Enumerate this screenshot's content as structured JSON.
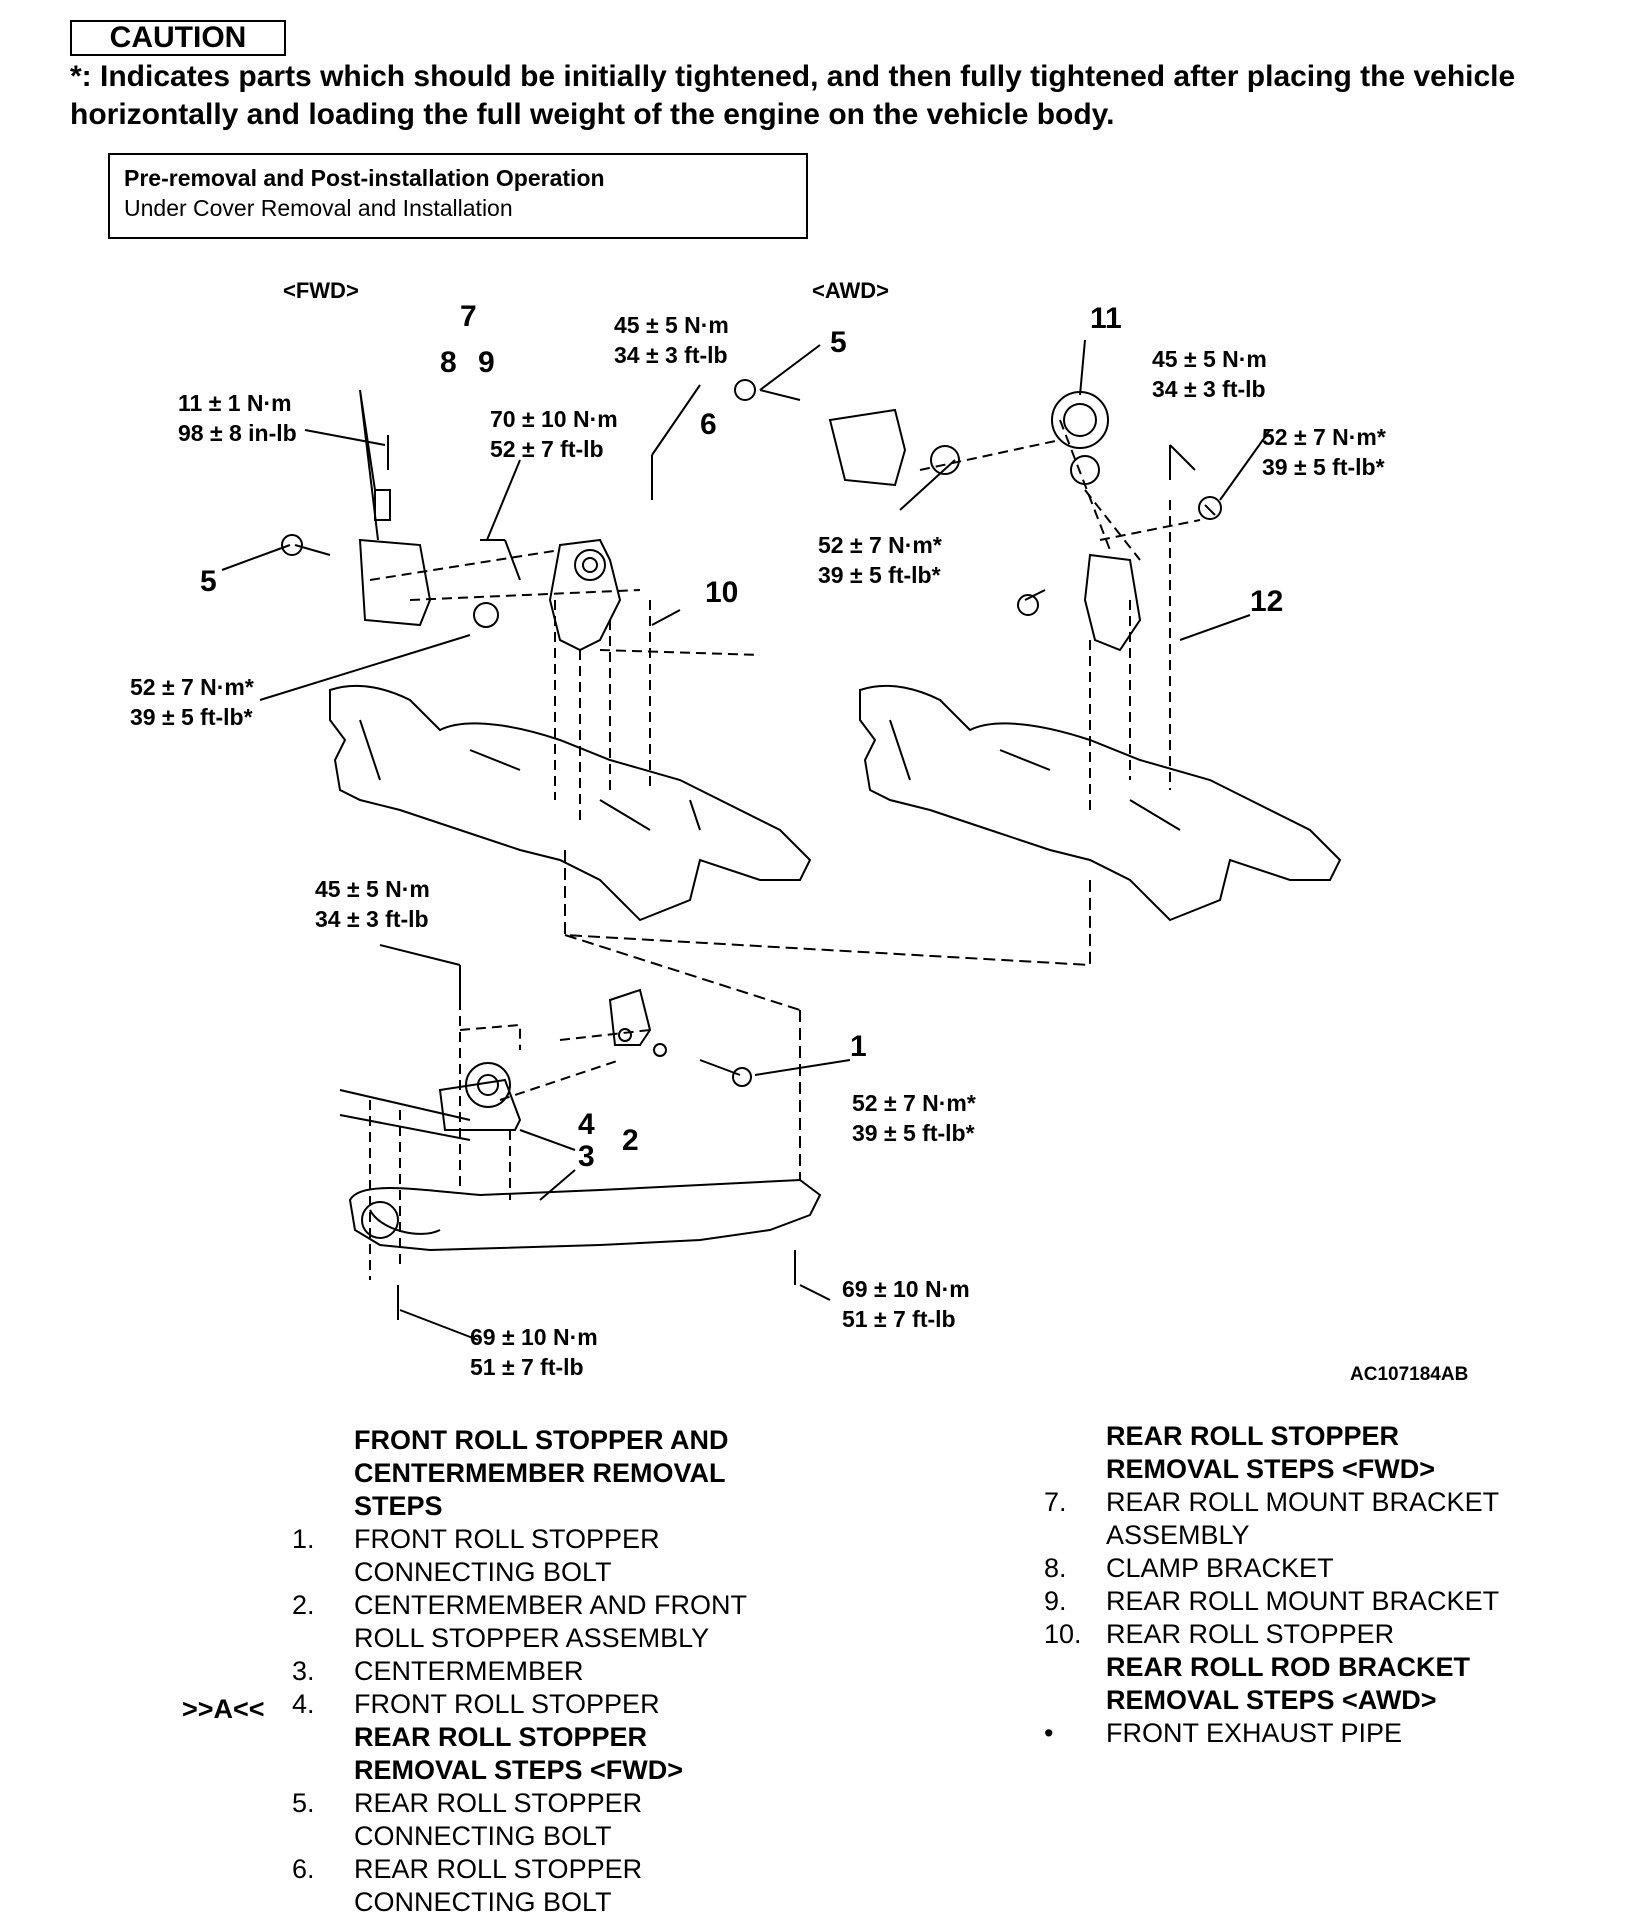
{
  "caution": {
    "label": "CAUTION",
    "text": "*: Indicates parts which should be initially tightened, and then fully tightened after placing the vehicle horizontally and loading the full weight of the engine on the vehicle body."
  },
  "operation_box": {
    "title": "Pre-removal and Post-installation Operation",
    "item": "Under Cover Removal and Installation"
  },
  "diagram": {
    "fwd_label": "<FWD>",
    "awd_label": "<AWD>",
    "figure_id": "AC107184AB",
    "callouts": {
      "n1": "1",
      "n2": "2",
      "n3": "3",
      "n4": "4",
      "n5a": "5",
      "n5b": "5",
      "n6": "6",
      "n7": "7",
      "n8": "8",
      "n9": "9",
      "n10": "10",
      "n11": "11",
      "n12": "12"
    },
    "torques": {
      "t_11": "11 ± 1 N·m\n98 ± 8 in-lb",
      "t_45a": "45 ± 5 N·m\n34 ± 3 ft-lb",
      "t_70": "70 ± 10 N·m\n52 ± 7 ft-lb",
      "t_52a": "52 ± 7 N·m*\n39 ± 5 ft-lb*",
      "t_52b": "52 ± 7 N·m*\n39 ± 5 ft-lb*",
      "t_45b": "45 ± 5 N·m\n34 ± 3 ft-lb",
      "t_52c": "52 ± 7 N·m*\n39 ± 5 ft-lb*",
      "t_45c": "45 ± 5 N·m\n34 ± 3 ft-lb",
      "t_52d": "52 ± 7 N·m*\n39 ± 5 ft-lb*",
      "t_69a": "69 ± 10 N·m\n51 ± 7 ft-lb",
      "t_69b": "69 ± 10 N·m\n51 ± 7 ft-lb"
    }
  },
  "left_list": {
    "heading1": "FRONT ROLL STOPPER AND CENTERMEMBER REMOVAL STEPS",
    "items1": [
      {
        "num": "1.",
        "text": "FRONT ROLL STOPPER CONNECTING BOLT"
      },
      {
        "num": "2.",
        "text": "CENTERMEMBER AND FRONT ROLL STOPPER ASSEMBLY"
      },
      {
        "num": "3.",
        "text": "CENTERMEMBER"
      },
      {
        "num": "4.",
        "text": "FRONT ROLL STOPPER"
      }
    ],
    "marker": ">>A<<",
    "heading2": "REAR ROLL STOPPER REMOVAL STEPS <FWD>",
    "items2": [
      {
        "num": "5.",
        "text": "REAR ROLL STOPPER CONNECTING BOLT"
      },
      {
        "num": "6.",
        "text": "REAR ROLL STOPPER CONNECTING BOLT"
      }
    ]
  },
  "right_list": {
    "heading1": "REAR ROLL STOPPER REMOVAL STEPS <FWD>",
    "items1": [
      {
        "num": "7.",
        "text": "REAR ROLL MOUNT BRACKET ASSEMBLY"
      },
      {
        "num": "8.",
        "text": "CLAMP BRACKET"
      },
      {
        "num": "9.",
        "text": "REAR ROLL MOUNT BRACKET"
      },
      {
        "num": "10.",
        "text": "REAR ROLL STOPPER"
      }
    ],
    "heading2": "REAR ROLL ROD BRACKET REMOVAL STEPS <AWD>",
    "items2": [
      {
        "num": "•",
        "text": "FRONT EXHAUST PIPE"
      }
    ]
  }
}
